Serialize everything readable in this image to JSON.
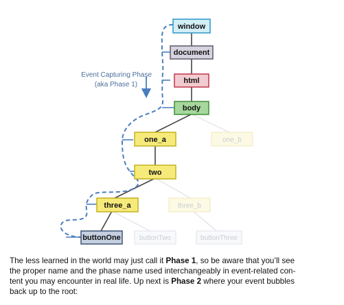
{
  "diagram": {
    "phase_label": [
      "Event Capturing Phase",
      "(aka Phase 1)"
    ],
    "colors": {
      "window": "#d2eef6",
      "window_border": "#2a97c8",
      "document": "#d6d3df",
      "document_border": "#5c5a6a",
      "html": "#f2cbd0",
      "html_border": "#c2354b",
      "body": "#a6d79c",
      "body_border": "#3e8f3a",
      "yellow": "#f6ea7a",
      "yellow_border": "#c2b21f",
      "buttonOne": "#c4cfe0",
      "buttonOne_border": "#3d5275",
      "dashed_path": "#4a7dbf",
      "tree_edge": "#444444"
    },
    "nodes": [
      {
        "id": "window",
        "label": "window",
        "faded": false
      },
      {
        "id": "document",
        "label": "document",
        "faded": false
      },
      {
        "id": "html",
        "label": "html",
        "faded": false
      },
      {
        "id": "body",
        "label": "body",
        "faded": false
      },
      {
        "id": "one_a",
        "label": "one_a",
        "faded": false
      },
      {
        "id": "one_b",
        "label": "one_b",
        "faded": true
      },
      {
        "id": "two",
        "label": "two",
        "faded": false
      },
      {
        "id": "three_a",
        "label": "three_a",
        "faded": false
      },
      {
        "id": "three_b",
        "label": "three_b",
        "faded": true
      },
      {
        "id": "buttonOne",
        "label": "buttonOne",
        "faded": false
      },
      {
        "id": "buttonTwo",
        "label": "buttonTwo",
        "faded": true
      },
      {
        "id": "buttonThree",
        "label": "buttonThree",
        "faded": true
      }
    ],
    "edges": [
      [
        "window",
        "document"
      ],
      [
        "document",
        "html"
      ],
      [
        "html",
        "body"
      ],
      [
        "body",
        "one_a"
      ],
      [
        "body",
        "one_b"
      ],
      [
        "one_a",
        "two"
      ],
      [
        "two",
        "three_a"
      ],
      [
        "two",
        "three_b"
      ],
      [
        "three_a",
        "buttonOne"
      ],
      [
        "three_a",
        "buttonTwo"
      ],
      [
        "three_b",
        "buttonThree"
      ]
    ]
  },
  "paragraph": {
    "line1_a": "The less learned in the world may just call it ",
    "line1_bold": "Phase 1",
    "line1_b": ", so be aware that you’ll see",
    "line2": "the proper name and the phase name used interchangeably in event-related con-",
    "line3_a": "tent you may encounter in real life. Up next is ",
    "line3_bold": "Phase 2",
    "line3_b": " where your event bubbles",
    "line4": "back up to the root:"
  }
}
